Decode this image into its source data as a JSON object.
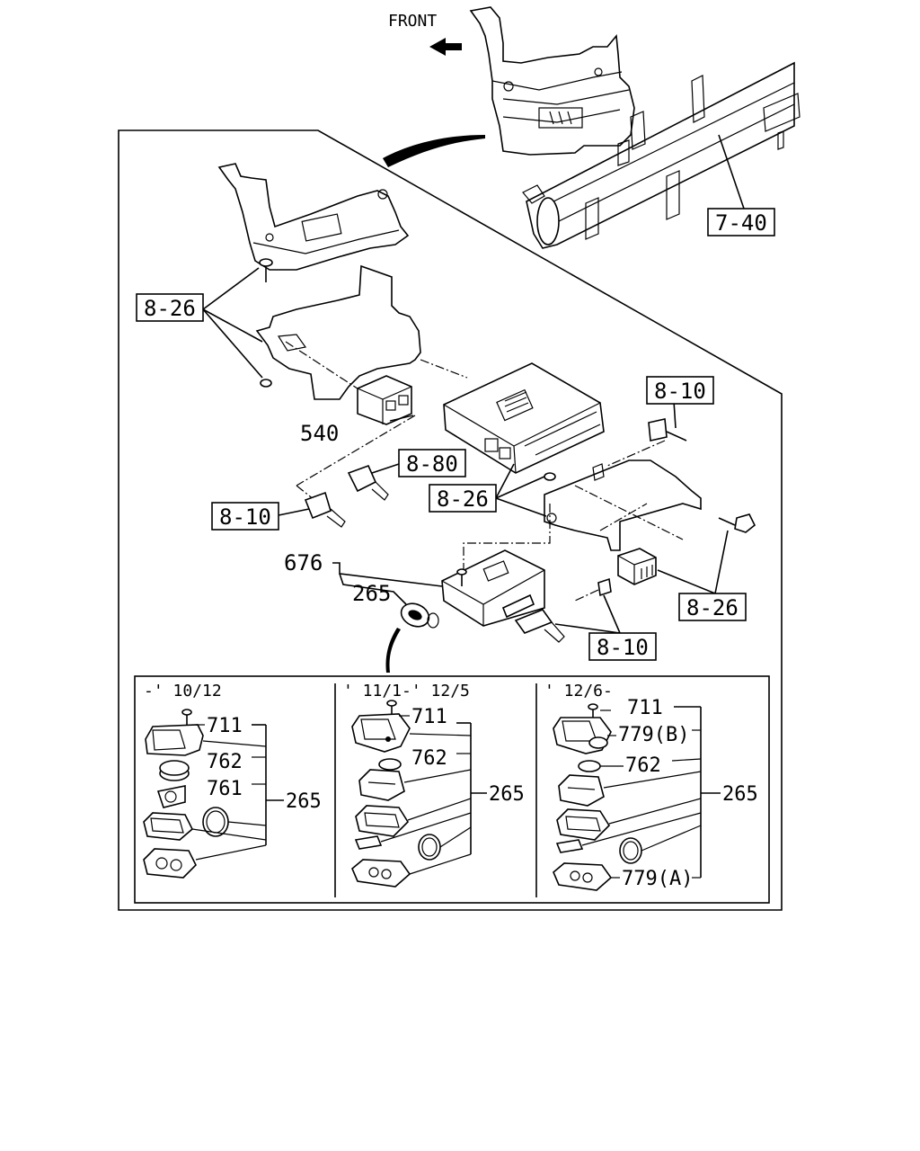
{
  "direction": {
    "label": "FRONT"
  },
  "callouts": {
    "ref_7_40": "7-40",
    "ref_8_26_top": "8-26",
    "part_540": "540",
    "ref_8_10_right": "8-10",
    "ref_8_80": "8-80",
    "ref_8_26_mid": "8-26",
    "ref_8_10_left": "8-10",
    "part_676": "676",
    "part_265": "265",
    "ref_8_26_right": "8-26",
    "ref_8_10_bottom": "8-10"
  },
  "panels": [
    {
      "period": "-' 10/12",
      "parts": {
        "p711": "711",
        "p762": "762",
        "p761": "761",
        "p265": "265"
      }
    },
    {
      "period": "' 11/1-' 12/5",
      "parts": {
        "p711": "711",
        "p762": "762",
        "p265": "265"
      }
    },
    {
      "period": "' 12/6-",
      "parts": {
        "p711": "711",
        "p779b": "779(B)",
        "p762": "762",
        "p265": "265",
        "p779a": "779(A)"
      }
    }
  ]
}
